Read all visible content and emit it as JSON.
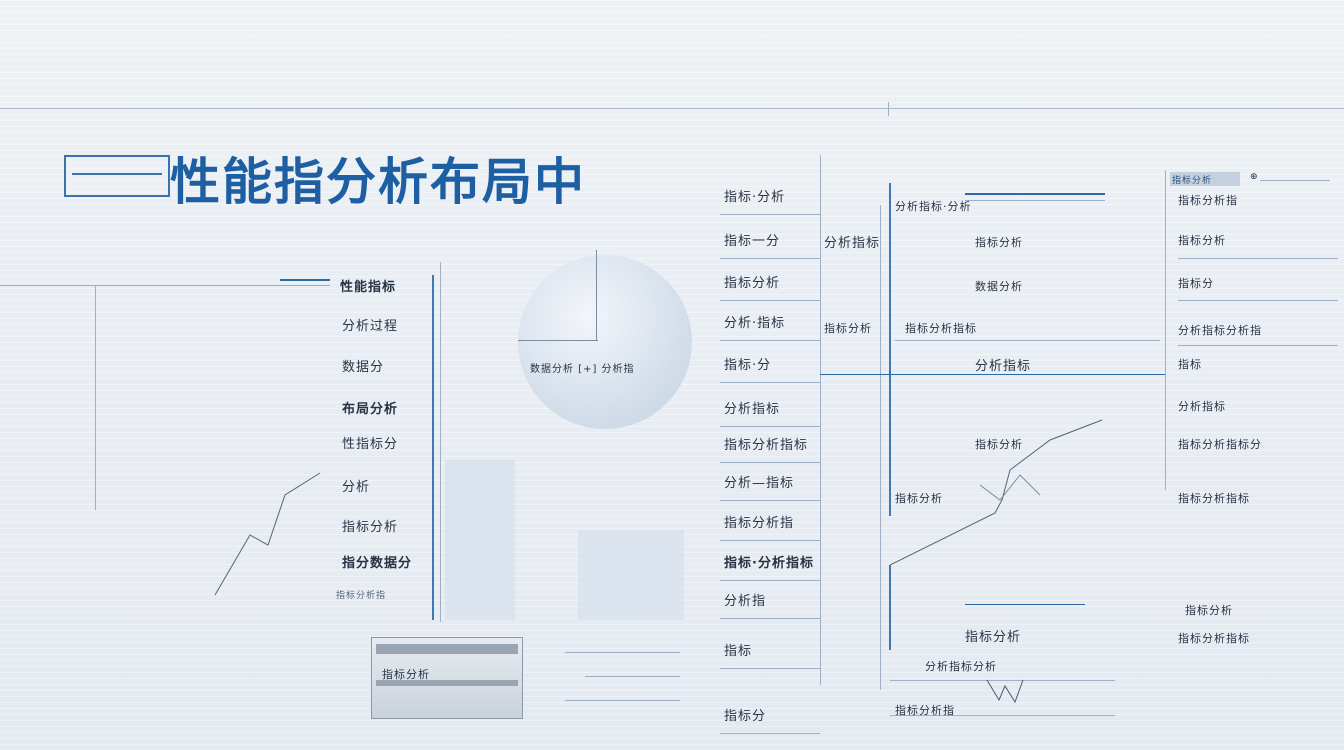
{
  "title": {
    "prefix": "|==|=|",
    "main": "性能指分析布局中"
  },
  "left_panel": {
    "labels": [
      "性能指标",
      "分析过程",
      "数据分",
      "布局分析",
      "性指标分",
      "分析",
      "指标分析",
      "指分数据分"
    ],
    "footnote": "指标分析指"
  },
  "circle_caption": "数据分析 [+] 分析指",
  "middle_list": {
    "labels": [
      "指标·分析",
      "指标一分",
      "指标分析",
      "分析·指标",
      "指标·分",
      "分析指标",
      "指标分析指标",
      "分析—指标",
      "指标分析指",
      "指标·分析指标",
      "分析指",
      "指标",
      "指标分"
    ],
    "side_labels": [
      "分析指标",
      "指标分析"
    ]
  },
  "right_panel": {
    "labels": [
      "分析指标·分析",
      "指标分析",
      "数据分析",
      "指标分析指标",
      "分析指标",
      "指标分析",
      "指标分析",
      "分析指标分析",
      "指标分析指"
    ]
  },
  "far_right": {
    "header": "指标分析",
    "labels": [
      "指标分析指",
      "指标分析",
      "指标分",
      "分析指标分析指",
      "指标",
      "分析指标",
      "指标分析指标分",
      "指标分析指标",
      "指标分析",
      "指标分析指标"
    ]
  },
  "card": {
    "label": "指标分析"
  },
  "colors": {
    "accent": "#1e5fa3",
    "background": "#e9eef4",
    "line": "#9fb0c6"
  }
}
